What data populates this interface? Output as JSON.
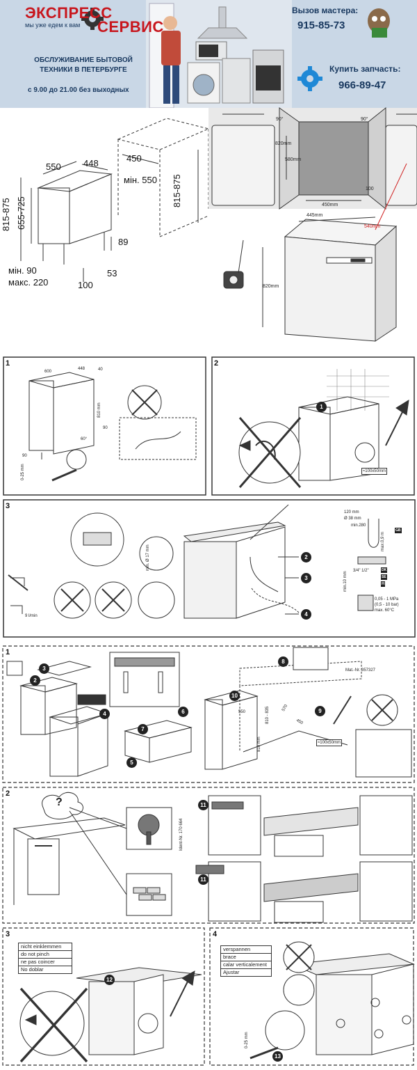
{
  "header": {
    "brand_line1": "ЭКСПРЕСС",
    "brand_line2": "СЕРВИС",
    "tagline": "мы уже едем к вам",
    "service_line1": "ОБСЛУЖИВАНИЕ БЫТОВОЙ",
    "service_line2": "ТЕХНИКИ В ПЕТЕРБУРГЕ",
    "hours": "с 9.00 до 21.00 без выходных",
    "call_label": "Вызов мастера:",
    "call_number": "915-85-73",
    "buy_label": "Купить запчасть:",
    "buy_number": "966-89-47",
    "colors": {
      "brand_red": "#c8161d",
      "navy": "#17375e",
      "banner_bg": "#c9d7e6",
      "gear": "#1e88d6"
    }
  },
  "dimensions_left": {
    "d550": "550",
    "d448": "448",
    "d450": "450",
    "min550": "мін. 550",
    "h815a": "815-875",
    "h655": "655-725",
    "h815b": "815-875",
    "d89": "89",
    "d53": "53",
    "d100": "100",
    "min90": "мін. 90",
    "max220": "макс. 220"
  },
  "dimensions_right": {
    "a90l": "90°",
    "a90r": "90°",
    "h820": "820mm",
    "h580": "580mm",
    "w450": "450mm",
    "d100": "100",
    "w445": "445mm",
    "d540": "540mm",
    "h820b": "820mm"
  },
  "panel1": {
    "num": "1",
    "d600": "600",
    "d448": "448",
    "d40": "40",
    "h810": "810 mm",
    "d90a": "90",
    "d90b": "90",
    "d60": "60°",
    "adj": "0-25 mm"
  },
  "panel2": {
    "num": "2",
    "badge": "1",
    "size": "≈100x50mm"
  },
  "panel3": {
    "num": "3",
    "bend": "min. Ø 17 mm",
    "flow": "9 l/min",
    "b2": "2",
    "b3": "3",
    "b4": "4",
    "t120": "120 mm",
    "tD38": "Ø 38 mm",
    "tmin280": "min.280",
    "tmax09": "max.0,9 m",
    "tmin10": "min.10 mm",
    "thread": "3/4\" 1/2\"",
    "pressure1": "0,05 - 1 MPa",
    "pressure2": "(0,5 - 10 bar)",
    "temp": "max. 60°C",
    "gb": "GB",
    "dk": "DK",
    "se": "SE",
    "fi": "FI"
  },
  "panel4": {
    "num": "1",
    "b2": "2",
    "b3": "3",
    "b4": "4",
    "b5": "5",
    "b6": "6",
    "b7": "7",
    "b8": "8",
    "b9": "9",
    "b10": "10",
    "mat": "Mat.-Nr. 357327",
    "d550": "550",
    "d810": "810 mm",
    "d810835": "810 - 835",
    "d570": "570",
    "d450": "450",
    "size": "≈100x50mm"
  },
  "panel5": {
    "num": "2",
    "q": "?",
    "b11a": "11",
    "b11b": "11",
    "ident": "Ident-Nr. 170 664"
  },
  "panel6": {
    "num": "3",
    "b12": "12",
    "lines": [
      "nicht einklemmen",
      "do not pinch",
      "ne pas coincer",
      "No doblar"
    ]
  },
  "panel7": {
    "num": "4",
    "b13": "13",
    "adj": "0-25 mm",
    "lines": [
      "verspannen",
      "brace",
      "calar verticalement",
      "Ajustar"
    ]
  }
}
